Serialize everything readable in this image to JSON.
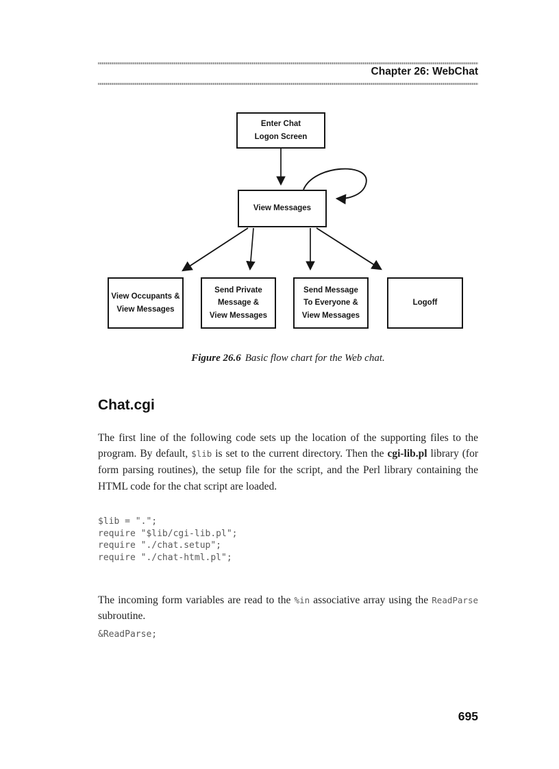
{
  "header": {
    "chapter_title": "Chapter 26:  WebChat"
  },
  "flowchart": {
    "enter_chat": "Enter Chat\nLogon Screen",
    "view_messages": "View Messages",
    "view_occupants": "View Occupants &\nView Messages",
    "send_private": "Send Private\nMessage &\nView Messages",
    "send_everyone": "Send Message\nTo Everyone &\nView Messages",
    "logoff": "Logoff"
  },
  "caption": {
    "label": "Figure 26.6",
    "text": "Basic flow chart for the Web chat."
  },
  "section": {
    "title": "Chat.cgi"
  },
  "paragraphs": {
    "p1": {
      "segments": [
        {
          "t": "The first line of the following code sets up the location of the supporting files to the program. By default, ",
          "s": "normal"
        },
        {
          "t": "$lib",
          "s": "code"
        },
        {
          "t": " is set to the current directory. Then the ",
          "s": "normal"
        },
        {
          "t": "cgi-lib.pl",
          "s": "bold"
        },
        {
          "t": " library (for form parsing routines), the setup file for the script, and the Perl library containing the HTML code for the chat script are loaded.",
          "s": "normal"
        }
      ]
    },
    "p2": {
      "segments": [
        {
          "t": "The incoming form variables are read to the ",
          "s": "normal"
        },
        {
          "t": "%in",
          "s": "code"
        },
        {
          "t": " associative array using the ",
          "s": "normal"
        },
        {
          "t": "ReadParse",
          "s": "code"
        },
        {
          "t": " subroutine.",
          "s": "normal"
        }
      ]
    }
  },
  "code": {
    "block1": "$lib = \".\";\nrequire \"$lib/cgi-lib.pl\";\nrequire \"./chat.setup\";\nrequire \"./chat-html.pl\";",
    "block2": "&ReadParse;"
  },
  "footer": {
    "page_number": "695"
  },
  "colors": {
    "ink": "#1e1e1e",
    "code_gray": "#595959",
    "rule_gray": "#9a9a9a"
  }
}
